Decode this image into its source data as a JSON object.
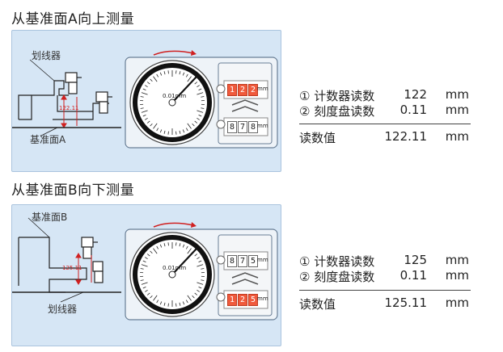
{
  "sections": [
    {
      "heading": "从基准面A向上测量",
      "labels": {
        "scriber": "划线器",
        "base": "基准面A",
        "dim": "122.11"
      },
      "dial_unit": "0.01mm",
      "counter_top": [
        "1",
        "2",
        "2"
      ],
      "counter_bottom": [
        "8",
        "7",
        "8"
      ],
      "counter_unit": "mm",
      "readings": [
        {
          "label": "① 计数器读数",
          "value": "122",
          "unit": "mm"
        },
        {
          "label": "② 刻度盘读数",
          "value": "0.11",
          "unit": "mm"
        }
      ],
      "total": {
        "label": "读数值",
        "value": "122.11",
        "unit": "mm"
      }
    },
    {
      "heading": "从基准面B向下测量",
      "labels": {
        "scriber": "划线器",
        "base": "基准面B",
        "dim": "125.11"
      },
      "dial_unit": "0.01mm",
      "counter_top": [
        "8",
        "7",
        "5"
      ],
      "counter_bottom": [
        "1",
        "2",
        "5"
      ],
      "counter_unit": "mm",
      "readings": [
        {
          "label": "① 计数器读数",
          "value": "125",
          "unit": "mm"
        },
        {
          "label": "② 刻度盘读数",
          "value": "0.11",
          "unit": "mm"
        }
      ],
      "total": {
        "label": "读数值",
        "value": "125.11",
        "unit": "mm"
      }
    }
  ],
  "colors": {
    "panel": "#d6e6f5",
    "accent": "#d02020",
    "counter_red": "#f05a3c"
  }
}
